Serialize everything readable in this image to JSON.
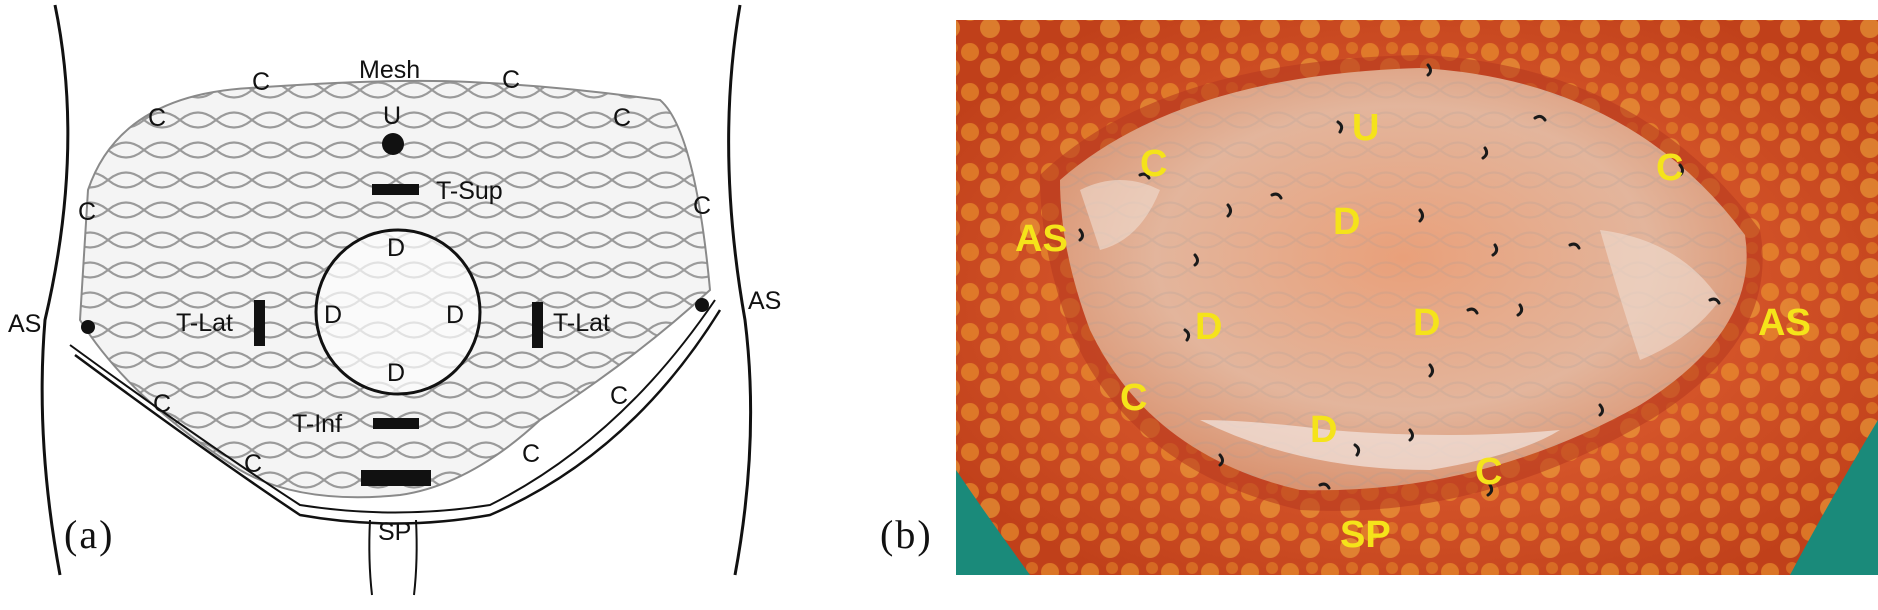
{
  "panel_a": {
    "caption": "(a)",
    "labels": {
      "mesh": "Mesh",
      "u": "U",
      "t_sup": "T-Sup",
      "t_lat_left": "T-Lat",
      "t_lat_right": "T-Lat",
      "t_inf": "T-Inf",
      "d_top": "D",
      "d_left": "D",
      "d_right": "D",
      "d_bottom": "D",
      "as_left": "AS",
      "as_right": "AS",
      "sp": "SP",
      "c": [
        "C",
        "C",
        "C",
        "C",
        "C",
        "C",
        "C",
        "C",
        "C",
        "C"
      ]
    }
  },
  "panel_b": {
    "caption": "(b)",
    "labels": [
      "U",
      "C",
      "C",
      "AS",
      "D",
      "D",
      "D",
      "AS",
      "C",
      "D",
      "C",
      "SP"
    ],
    "colors": {
      "label": "#f5e31a",
      "tissue": "#d9541e",
      "drape": "#1a8a7a"
    }
  }
}
